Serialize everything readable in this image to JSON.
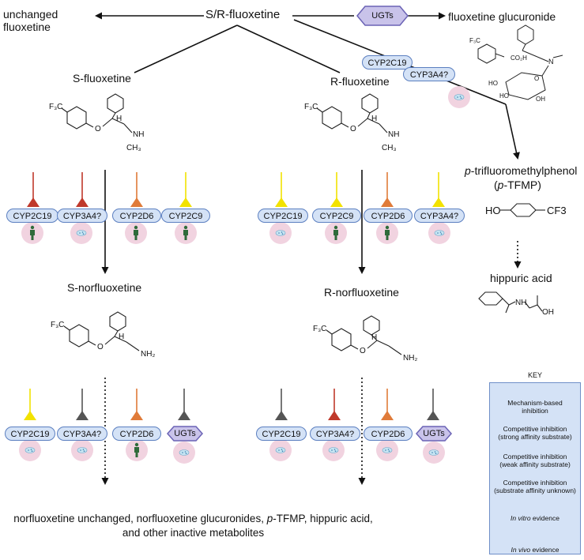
{
  "nodes": {
    "sr_fluoxetine": "S/R-fluoxetine",
    "unchanged": "unchanged\nfluoxetine",
    "glucuronide": "fluoxetine glucuronide",
    "s_fluoxetine": "S-fluoxetine",
    "r_fluoxetine": "R-fluoxetine",
    "ptfmp_line1_italic": "p",
    "ptfmp_line1": "-trifluoromethylphenol",
    "ptfmp_line2_a": "(",
    "ptfmp_line2_italic": "p",
    "ptfmp_line2_b": "-TFMP)",
    "hippuric": "hippuric acid",
    "s_norfluoxetine": "S-norfluoxetine",
    "r_norfluoxetine": "R-norfluoxetine",
    "final_line1_a": "norfluoxetine unchanged, norfluoxetine glucuronides, ",
    "final_line1_italic": "p",
    "final_line1_b": "-TFMP, hippuric acid,",
    "final_line2": "and other inactive metabolites"
  },
  "enzymes": {
    "ugt_top": "UGTs",
    "cyp2c19_top": "CYP2C19",
    "cyp3a4_top": "CYP3A4?",
    "s_row1": [
      "CYP2C19",
      "CYP3A4?",
      "CYP2D6",
      "CYP2C9"
    ],
    "r_row1": [
      "CYP2C19",
      "CYP2C9",
      "CYP2D6",
      "CYP3A4?"
    ],
    "s_row2": [
      "CYP2C19",
      "CYP3A4?",
      "CYP2D6",
      "UGTs"
    ],
    "r_row2": [
      "CYP2C19",
      "CYP3A4?",
      "CYP2D6",
      "UGTs"
    ]
  },
  "chem_labels": {
    "f3c": "F₃C",
    "o": "O",
    "h": "H",
    "nh": "NH",
    "ch3": "CH₃",
    "nh2": "NH₂",
    "ho": "HO",
    "cf3": "CF3",
    "oh": "OH",
    "co2h": "CO₂H",
    "n": "N",
    "ring_o": "O",
    "star": "*"
  },
  "key": {
    "title": "KEY",
    "mechanism": "Mechanism-based\ninhibition",
    "strong": "Competitive inhibition\n(strong affinity substrate)",
    "weak": "Competitive inhibition\n(weak affinity substrate)",
    "unknown": "Competitive inhibition\n(substrate affinity unknown)",
    "invitro_italic": "In vitro",
    "invitro_rest": " evidence",
    "invivo_italic": "In vivo",
    "invivo_rest": " evidence"
  },
  "colors": {
    "red": "#c0392b",
    "orange": "#e07b39",
    "yellow": "#f2e200",
    "gray": "#555555",
    "pill_fill": "#d4e2f6",
    "pill_border": "#5b7fc0",
    "hex_fill": "#c9c3ea",
    "hex_border": "#6b63b5",
    "circle_fill": "#f1d3e0",
    "person_green": "#2f6b3a"
  },
  "icons": [
    "arrow-icon",
    "inhibition-tbar-icon",
    "in-vitro-dish-icon",
    "in-vivo-person-icon",
    "hexagon-icon"
  ]
}
